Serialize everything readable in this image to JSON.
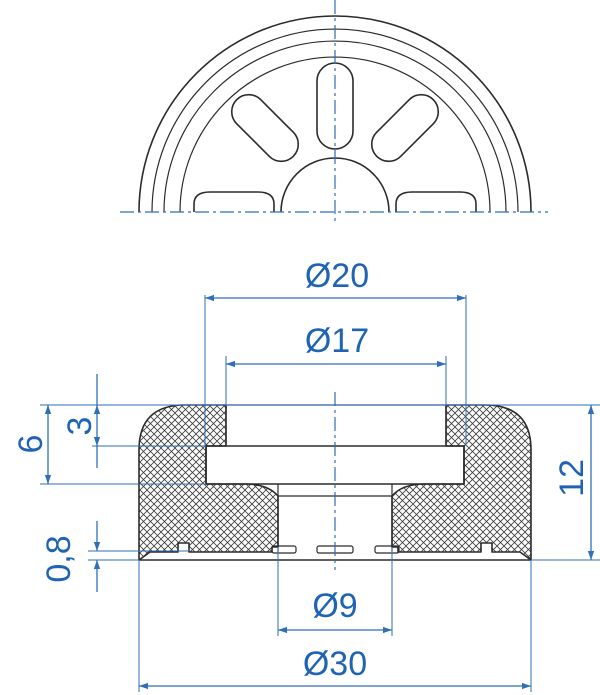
{
  "dimensions": {
    "d20": "Ø20",
    "d17": "Ø17",
    "d9": "Ø9",
    "d30": "Ø30",
    "h6": "6",
    "h3": "3",
    "h12": "12",
    "h08": "0,8"
  },
  "colors": {
    "dimension": "#1f63b5",
    "outline": "#2b2b2b",
    "background": "#ffffff"
  }
}
